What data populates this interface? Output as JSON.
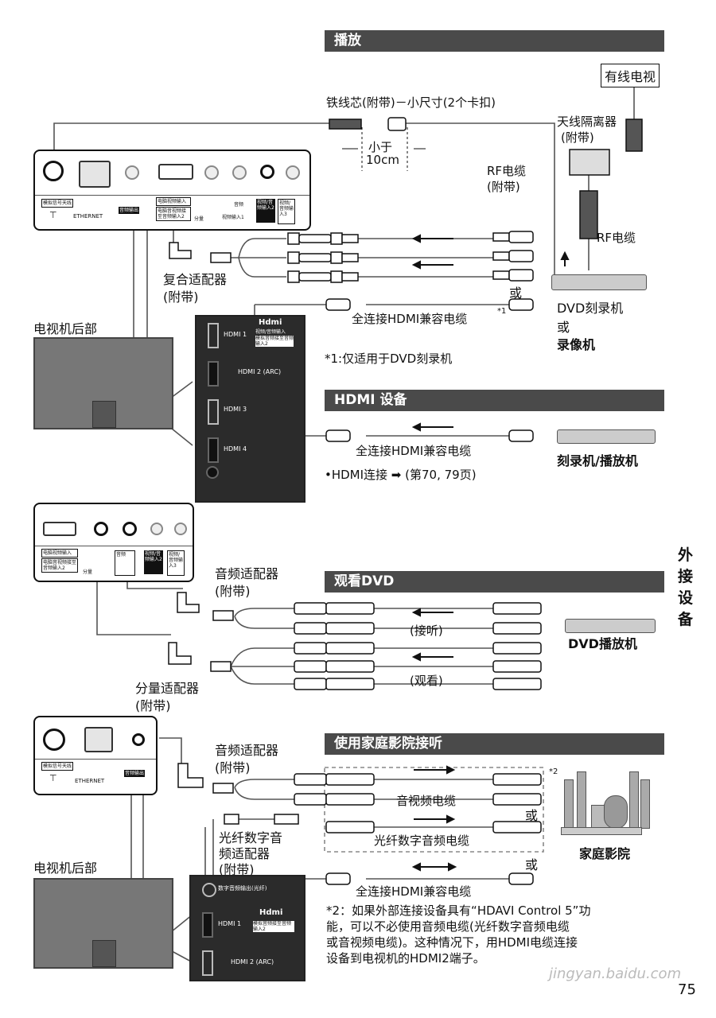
{
  "sections": {
    "playback": "播放",
    "hdmi_device": "HDMI 设备",
    "watch_dvd": "观看DVD",
    "home_theater": "使用家庭影院接听"
  },
  "playback": {
    "ferrite_label": "铁线芯(附带)－小尺寸(2个卡扣)",
    "less_than": "小于",
    "ten_cm": "10cm",
    "cable_tv": "有线电视",
    "antenna_isolator": "天线隔离器",
    "supplied_1": "(附带)",
    "rf_cable_supplied": "RF电缆",
    "supplied_2": "(附带)",
    "rf_cable": "RF电缆",
    "composite_adapter": "复合适配器",
    "supplied_3": "(附带)",
    "or_1": "或",
    "hdmi_cable": "全连接HDMI兼容电缆",
    "footnote_mark": "*1",
    "dvd_recorder": "DVD刻录机",
    "or_2": "或",
    "vcr": "录像机",
    "footnote1": "*1:仅适用于DVD刻录机",
    "tv_rear": "电视机后部"
  },
  "panel_top": {
    "antenna_tag": "模拟信号天线",
    "ethernet": "ETHERNET",
    "audio_out": "音频输出",
    "pc_input": "电脑视频输入",
    "pc_sub": "电脑音视频接至音频输入2",
    "component": "分量",
    "audio": "音频",
    "video_in1": "视频输入1",
    "av_in2": "视频/音频输入2",
    "av_in3": "视频/音频输入3"
  },
  "hdmi_panel": {
    "hdmi1": "HDMI 1",
    "hdmi_logo": "Hdmi",
    "av_input": "视频/音频输入",
    "analog_audio": "模拟音频接至音频输入2",
    "hdmi2": "HDMI 2 (ARC)",
    "hdmi3": "HDMI 3",
    "hdmi4": "HDMI 4"
  },
  "hdmi_device": {
    "cable": "全连接HDMI兼容电缆",
    "device": "刻录机/播放机",
    "note": "•HDMI连接 ➡ (第70, 79页)"
  },
  "watch_dvd": {
    "audio_adapter": "音频适配器",
    "supplied_a": "(附带)",
    "listen": "(接听)",
    "watch": "(观看)",
    "component_adapter": "分量适配器",
    "supplied_b": "(附带)",
    "dvd_player": "DVD播放机"
  },
  "home_theater": {
    "audio_adapter": "音频适配器",
    "supplied_a": "(附带)",
    "av_cable": "音视频电缆",
    "or_1": "或",
    "optical_adapter_1": "光纤数字音",
    "optical_adapter_2": "频适配器",
    "supplied_b": "(附带)",
    "optical_cable": "光纤数字音频电缆",
    "or_2": "或",
    "hdmi_cable": "全连接HDMI兼容电缆",
    "tv_rear": "电视机后部",
    "home_theater_label": "家庭影院",
    "footnote_mark": "*2",
    "digital_out": "数字音频输出(光纤)",
    "footnote2": [
      "*2：如果外部连接设备具有“HDAVI Control 5”功",
      "能，可以不必使用音频电缆(光纤数字音频电缆",
      "或音视频电缆)。这种情况下，用HDMI电缆连接",
      "设备到电视机的HDMI2端子。"
    ]
  },
  "side_label": [
    "外",
    "接",
    "设",
    "备"
  ],
  "page_number": "75",
  "watermark": "jingyan.baidu.com"
}
